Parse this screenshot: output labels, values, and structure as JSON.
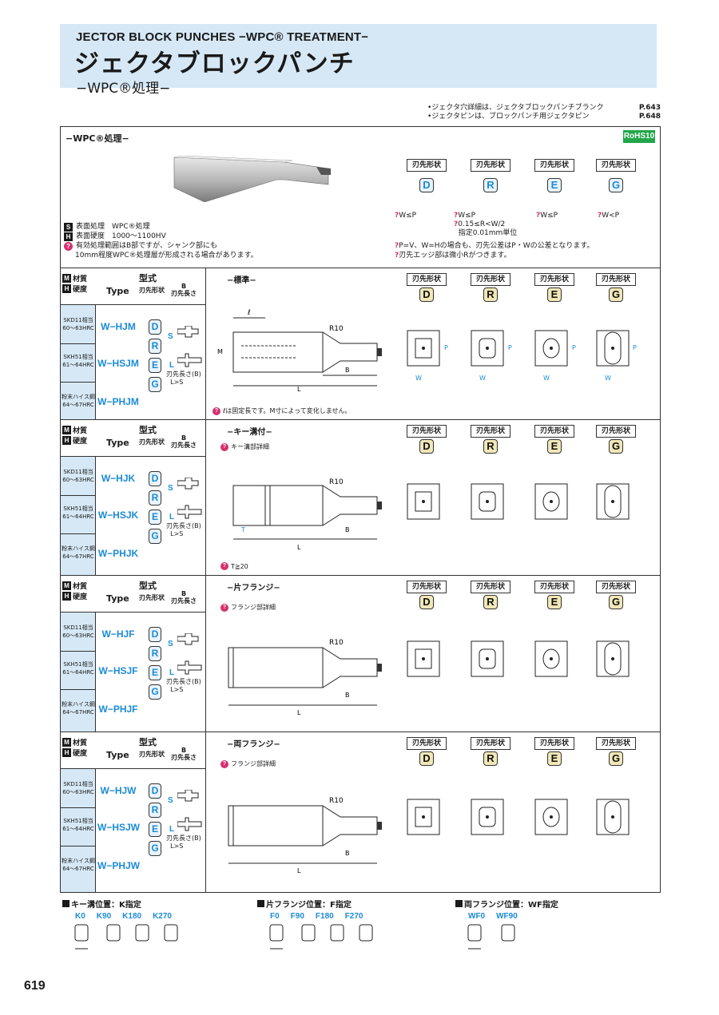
{
  "header": {
    "title_en": "JECTOR BLOCK PUNCHES −WPC® TREATMENT−",
    "title_ja": "ジェクタブロックパンチ",
    "subtitle": "−WPC®処理−"
  },
  "refs": [
    {
      "text": "•ジェクタ穴詳細は、ジェクタブロックパンチブランク",
      "page": "P.643"
    },
    {
      "text": "•ジェクタピンは、ブロックパンチ用ジェクタピン",
      "page": "P.648"
    }
  ],
  "intro": {
    "title": "−WPC®処理−",
    "rohs": "RoHS10",
    "surface": "表面処理　WPC®処理",
    "hardness": "表面硬度　1000～1100HV",
    "note1": "有効処理範囲はB部ですが、シャンク部にも",
    "note2": "10mm程度WPC®処理層が形成される場合があります。",
    "shape_header": "刃先形状",
    "shapes": [
      "D",
      "R",
      "E",
      "G"
    ],
    "cond_D": "W≤P",
    "cond_R": "W≤P",
    "cond_R2": "0.15≤R<W/2",
    "cond_R3": "指定0.01mm単位",
    "cond_E": "W≤P",
    "cond_G": "W<P",
    "tol1": "P=V、W=Hの場合も、刃先公差はP・Wの公差となります。",
    "tol2": "刃先エッジ部は微小Rがつきます。"
  },
  "table_head": {
    "material": "材質",
    "hardness": "硬度",
    "model": "型式",
    "type": "Type",
    "shape": "刃先形状",
    "len_b": "B",
    "len": "刃先長さ"
  },
  "materials": [
    {
      "name": "SKD11相当",
      "hrc": "60～63HRC"
    },
    {
      "name": "SKH51相当",
      "hrc": "61～64HRC"
    },
    {
      "name": "粉末ハイス鋼",
      "hrc": "64～67HRC"
    }
  ],
  "len_labels": {
    "s": "S",
    "l": "L",
    "note1": "刃先長さ(B)",
    "note2": "L>S"
  },
  "sections": [
    {
      "name": "−標準−",
      "types": [
        "W−HJM",
        "W−HSJM",
        "W−PHJM"
      ],
      "note": "ℓは固定長です。M寸によって変化しません。",
      "detail": ""
    },
    {
      "name": "−キー溝付−",
      "types": [
        "W−HJK",
        "W−HSJK",
        "W−PHJK"
      ],
      "note": "T≧20",
      "detail": "キー溝部詳細"
    },
    {
      "name": "−片フランジ−",
      "types": [
        "W−HJF",
        "W−HSJF",
        "W−PHJF"
      ],
      "note": "",
      "detail": "フランジ部詳細"
    },
    {
      "name": "−両フランジ−",
      "types": [
        "W−HJW",
        "W−HSJW",
        "W−PHJW"
      ],
      "note": "",
      "detail": "フランジ部詳細"
    }
  ],
  "positions": [
    {
      "title": "キー溝位置：K指定",
      "codes": [
        "K0",
        "K90",
        "K180",
        "K270"
      ]
    },
    {
      "title": "片フランジ位置：F指定",
      "codes": [
        "F0",
        "F90",
        "F180",
        "F270"
      ]
    },
    {
      "title": "両フランジ位置：WF指定",
      "codes": [
        "WF0",
        "WF90"
      ]
    }
  ],
  "page_number": "619",
  "colors": {
    "accent": "#1c8bd6",
    "header_bg": "#d6e8f6",
    "rohs": "#22a64a",
    "note": "#d6306e"
  }
}
